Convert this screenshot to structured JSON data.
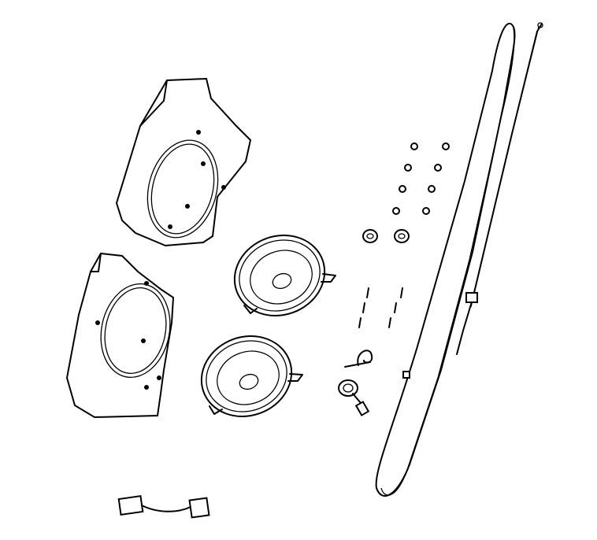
{
  "colors": {
    "line": "#000000",
    "background": "#ffffff"
  },
  "parts": {
    "brackets": 2,
    "speakers": 2,
    "nuts": 10,
    "grommets": 2,
    "screws": 6
  }
}
